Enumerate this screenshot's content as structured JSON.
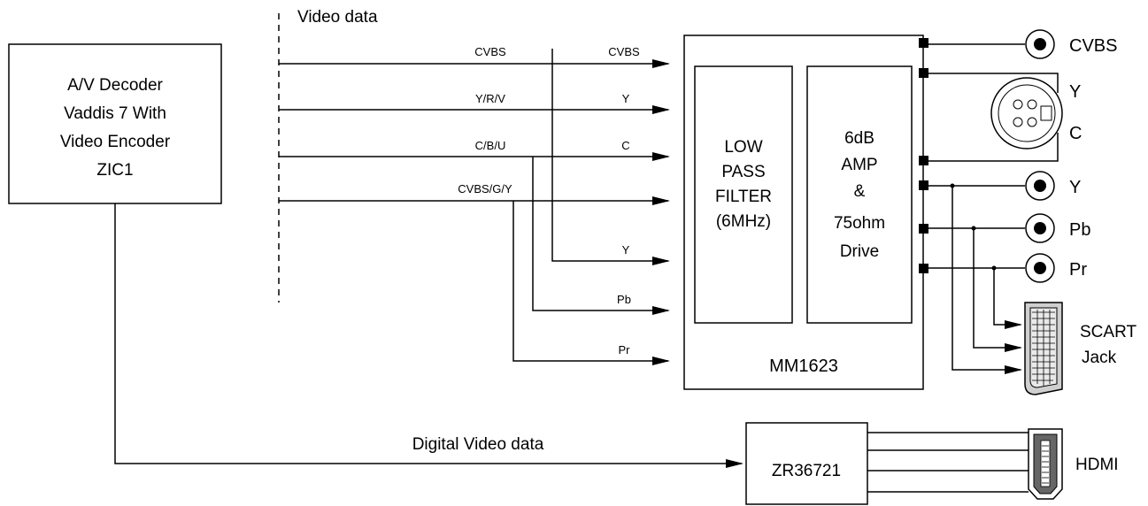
{
  "decoder": {
    "line1": "A/V Decoder",
    "line2": "Vaddis 7 With",
    "line3": "Video Encoder",
    "line4": "ZIC1"
  },
  "video_data_label": "Video data",
  "digital_video_label": "Digital Video data",
  "signals_in": [
    "CVBS",
    "Y/R/V",
    "C/B/U",
    "CVBS/G/Y"
  ],
  "signals_out": [
    "CVBS",
    "Y",
    "C",
    "Y",
    "Pb",
    "Pr"
  ],
  "chip": {
    "name": "MM1623",
    "filter": [
      "LOW",
      "PASS",
      "FILTER",
      "(6MHz)"
    ],
    "amp": [
      "6dB",
      "AMP",
      "&",
      "75ohm",
      "Drive"
    ]
  },
  "outputs": {
    "cvbs": "CVBS",
    "svideo_y": "Y",
    "svideo_c": "C",
    "y": "Y",
    "pb": "Pb",
    "pr": "Pr",
    "scart_line1": "SCART",
    "scart_line2": "Jack"
  },
  "hdmi_chip": "ZR36721",
  "hdmi_label": "HDMI"
}
